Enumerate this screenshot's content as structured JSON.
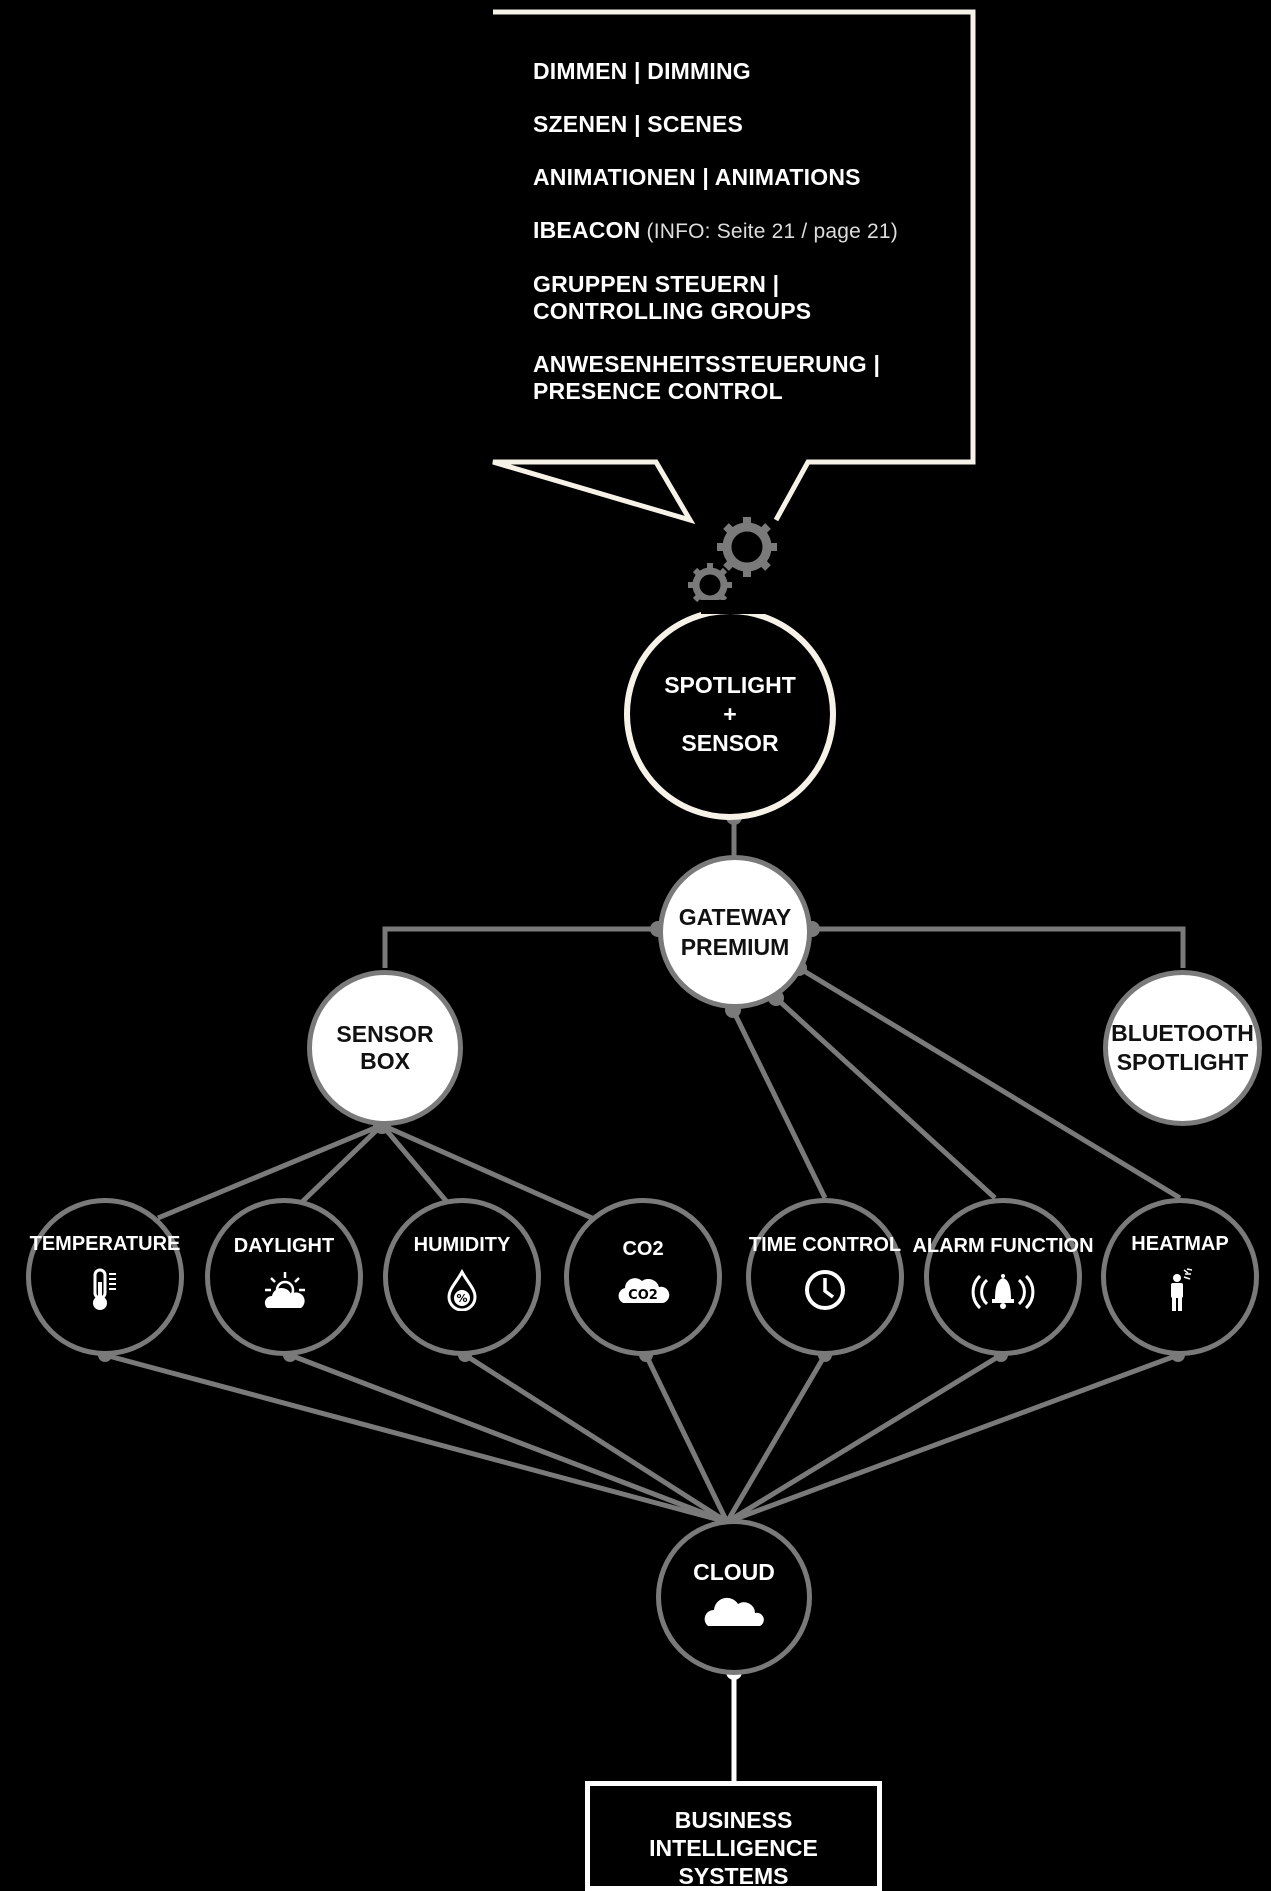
{
  "callout": {
    "items": [
      {
        "label": "DIMMEN | DIMMING",
        "sub": ""
      },
      {
        "label": "SZENEN | SCENES",
        "sub": ""
      },
      {
        "label": "ANIMATIONEN | ANIMATIONS",
        "sub": ""
      },
      {
        "label": "IBEACON",
        "sub": " (INFO: Seite 21 / page 21)"
      },
      {
        "label": "GRUPPEN STEUERN |",
        "label2": "CONTROLLING GROUPS",
        "sub": ""
      },
      {
        "label": "ANWESENHEITSSTEUERUNG |",
        "label2": "PRESENCE CONTROL",
        "sub": ""
      }
    ]
  },
  "nodes": {
    "spotlight": {
      "line1": "SPOTLIGHT",
      "line2": "+",
      "line3": "SENSOR"
    },
    "gateway": {
      "line1": "GATEWAY",
      "line2": "PREMIUM"
    },
    "sensor_box": {
      "label": "SENSOR BOX"
    },
    "bluetooth": {
      "line1": "BLUETOOTH",
      "line2": "SPOTLIGHT"
    },
    "cloud": {
      "label": "CLOUD"
    },
    "business": {
      "line1": "BUSINESS INTELLIGENCE",
      "line2": "SYSTEMS"
    }
  },
  "sensors": [
    {
      "label": "TEMPERATURE",
      "icon": "thermometer-icon"
    },
    {
      "label": "DAYLIGHT",
      "icon": "sun-cloud-icon"
    },
    {
      "label": "HUMIDITY",
      "icon": "humidity-drop-icon"
    },
    {
      "label": "CO2",
      "icon": "co2-cloud-icon",
      "icon_text": "CO2"
    },
    {
      "label": "TIME CONTROL",
      "icon": "clock-icon"
    },
    {
      "label": "ALARM FUNCTION",
      "icon": "alarm-bell-icon"
    },
    {
      "label": "HEATMAP",
      "icon": "person-heat-icon"
    }
  ],
  "colors": {
    "background": "#000000",
    "line": "#7a7a7a",
    "spot_ring": "#f6f2e8",
    "white": "#ffffff"
  }
}
